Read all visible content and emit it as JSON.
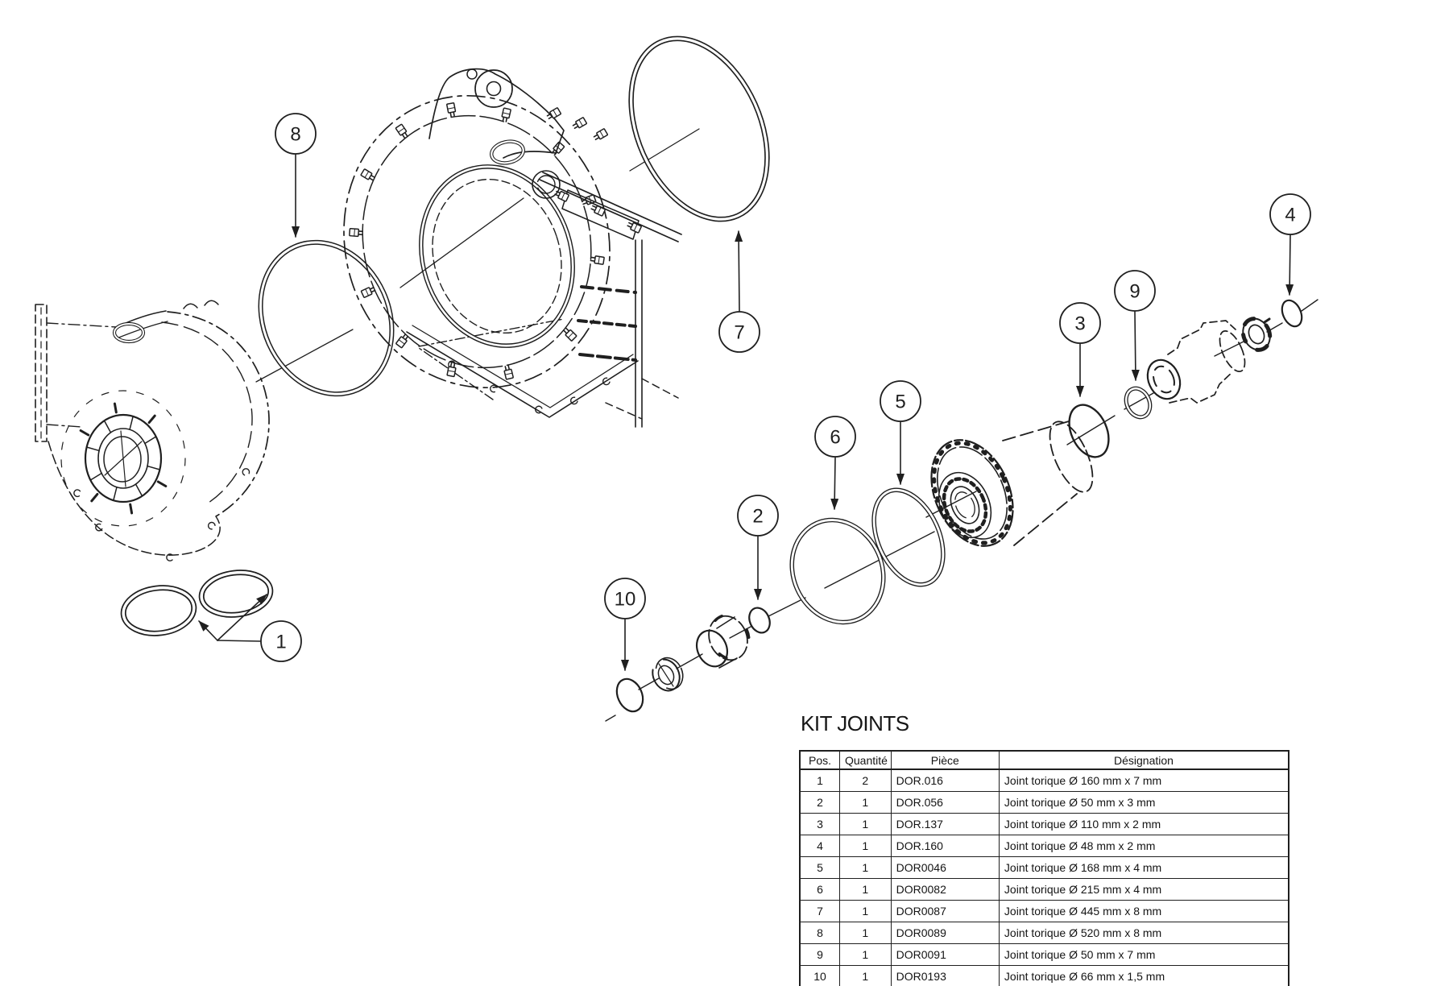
{
  "title": "KIT JOINTS",
  "callouts": [
    "1",
    "2",
    "3",
    "4",
    "5",
    "6",
    "7",
    "8",
    "9",
    "10"
  ],
  "table": {
    "headers": [
      "Pos.",
      "Quantité",
      "Pièce",
      "Désignation"
    ],
    "rows": [
      [
        "1",
        "2",
        "DOR.016",
        "Joint torique Ø 160 mm x 7 mm"
      ],
      [
        "2",
        "1",
        "DOR.056",
        "Joint torique Ø 50 mm x 3 mm"
      ],
      [
        "3",
        "1",
        "DOR.137",
        "Joint torique Ø 110 mm x 2 mm"
      ],
      [
        "4",
        "1",
        "DOR.160",
        "Joint torique Ø 48 mm x 2 mm"
      ],
      [
        "5",
        "1",
        "DOR0046",
        "Joint torique Ø 168 mm x 4 mm"
      ],
      [
        "6",
        "1",
        "DOR0082",
        "Joint torique Ø 215 mm x 4 mm"
      ],
      [
        "7",
        "1",
        "DOR0087",
        "Joint torique Ø 445 mm x 8 mm"
      ],
      [
        "8",
        "1",
        "DOR0089",
        "Joint torique Ø 520 mm x 8 mm"
      ],
      [
        "9",
        "1",
        "DOR0091",
        "Joint torique Ø 50 mm x 7 mm"
      ],
      [
        "10",
        "1",
        "DOR0193",
        "Joint torique Ø 66 mm x 1,5 mm"
      ]
    ]
  },
  "colors": {
    "ink": "#1f1f1f",
    "paper": "#ffffff"
  }
}
